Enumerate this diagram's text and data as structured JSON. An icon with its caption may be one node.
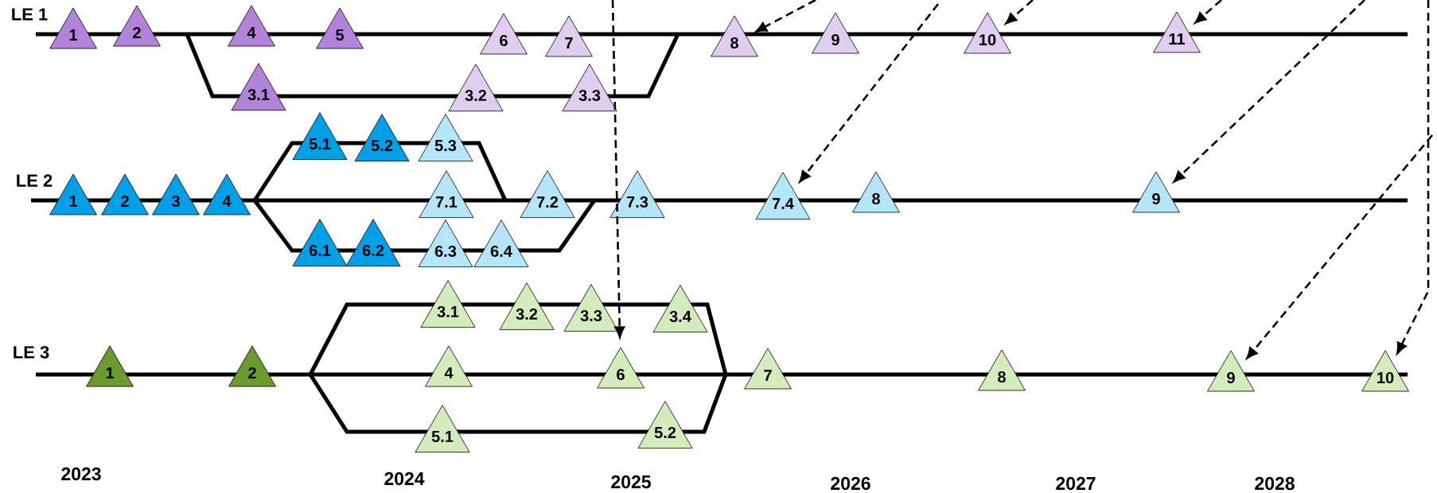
{
  "diagram": {
    "nodes": [
      {
        "text": [
          "1"
        ]
      },
      {
        "text": [
          "2"
        ]
      },
      {
        "text": [
          "4"
        ]
      },
      {
        "text": [
          "5"
        ]
      },
      {
        "text": [
          "6"
        ]
      },
      {
        "text": [
          "7"
        ]
      },
      {
        "text": [
          "8"
        ]
      },
      {
        "text": [
          "9"
        ]
      },
      {
        "text": [
          "10"
        ]
      },
      {
        "text": [
          "11"
        ]
      },
      {
        "text": [
          "3.1"
        ]
      },
      {
        "text": [
          "3.2"
        ]
      },
      {
        "text": [
          "3.3"
        ]
      },
      {
        "text": [
          "1"
        ]
      },
      {
        "text": [
          "2"
        ]
      },
      {
        "text": [
          "3"
        ]
      },
      {
        "text": [
          "4"
        ]
      },
      {
        "text": [
          "5.1"
        ]
      },
      {
        "text": [
          "5.2"
        ]
      },
      {
        "text": [
          "5.3"
        ]
      },
      {
        "text": [
          "7.1"
        ]
      },
      {
        "text": [
          "7.2"
        ]
      },
      {
        "text": [
          "7.3"
        ]
      },
      {
        "text": [
          "7.4"
        ]
      },
      {
        "text": [
          "8"
        ]
      },
      {
        "text": [
          "9"
        ]
      },
      {
        "text": [
          "6.1"
        ]
      },
      {
        "text": [
          "6.2"
        ]
      },
      {
        "text": [
          "6.3"
        ]
      },
      {
        "text": [
          "6.4"
        ]
      },
      {
        "text": [
          "1"
        ]
      },
      {
        "text": [
          "2"
        ]
      },
      {
        "text": [
          "3.1"
        ]
      },
      {
        "text": [
          "3.2"
        ]
      },
      {
        "text": [
          "3.3"
        ]
      },
      {
        "text": [
          "3.4"
        ]
      },
      {
        "text": [
          "4"
        ]
      },
      {
        "text": [
          "6"
        ]
      },
      {
        "text": [
          "5.1"
        ]
      },
      {
        "text": [
          "5.2"
        ]
      },
      {
        "text": [
          "7"
        ]
      },
      {
        "text": [
          "8"
        ]
      },
      {
        "text": [
          "9"
        ]
      },
      {
        "text": [
          "10"
        ]
      }
    ],
    "edges": [
      {
        "from": null,
        "to": 37,
        "arrow": "to",
        "style": "dashed"
      },
      {
        "from": null,
        "to": 6,
        "arrow": "to",
        "style": "dashed"
      },
      {
        "from": null,
        "to": 8,
        "arrow": "to",
        "style": "dashed"
      },
      {
        "from": null,
        "to": 9,
        "arrow": "to",
        "style": "dashed"
      },
      {
        "from": null,
        "to": 23,
        "arrow": "to",
        "style": "dashed"
      },
      {
        "from": null,
        "to": 25,
        "arrow": "to",
        "style": "dashed"
      },
      {
        "from": null,
        "to": 42,
        "arrow": "to",
        "style": "dashed"
      },
      {
        "from": null,
        "to": 43,
        "arrow": "to",
        "style": "dashed"
      }
    ],
    "labels": [
      "LE 1",
      "LE 2",
      "LE 3",
      "2023",
      "2024",
      "2025",
      "2026",
      "2027",
      "2028"
    ]
  }
}
